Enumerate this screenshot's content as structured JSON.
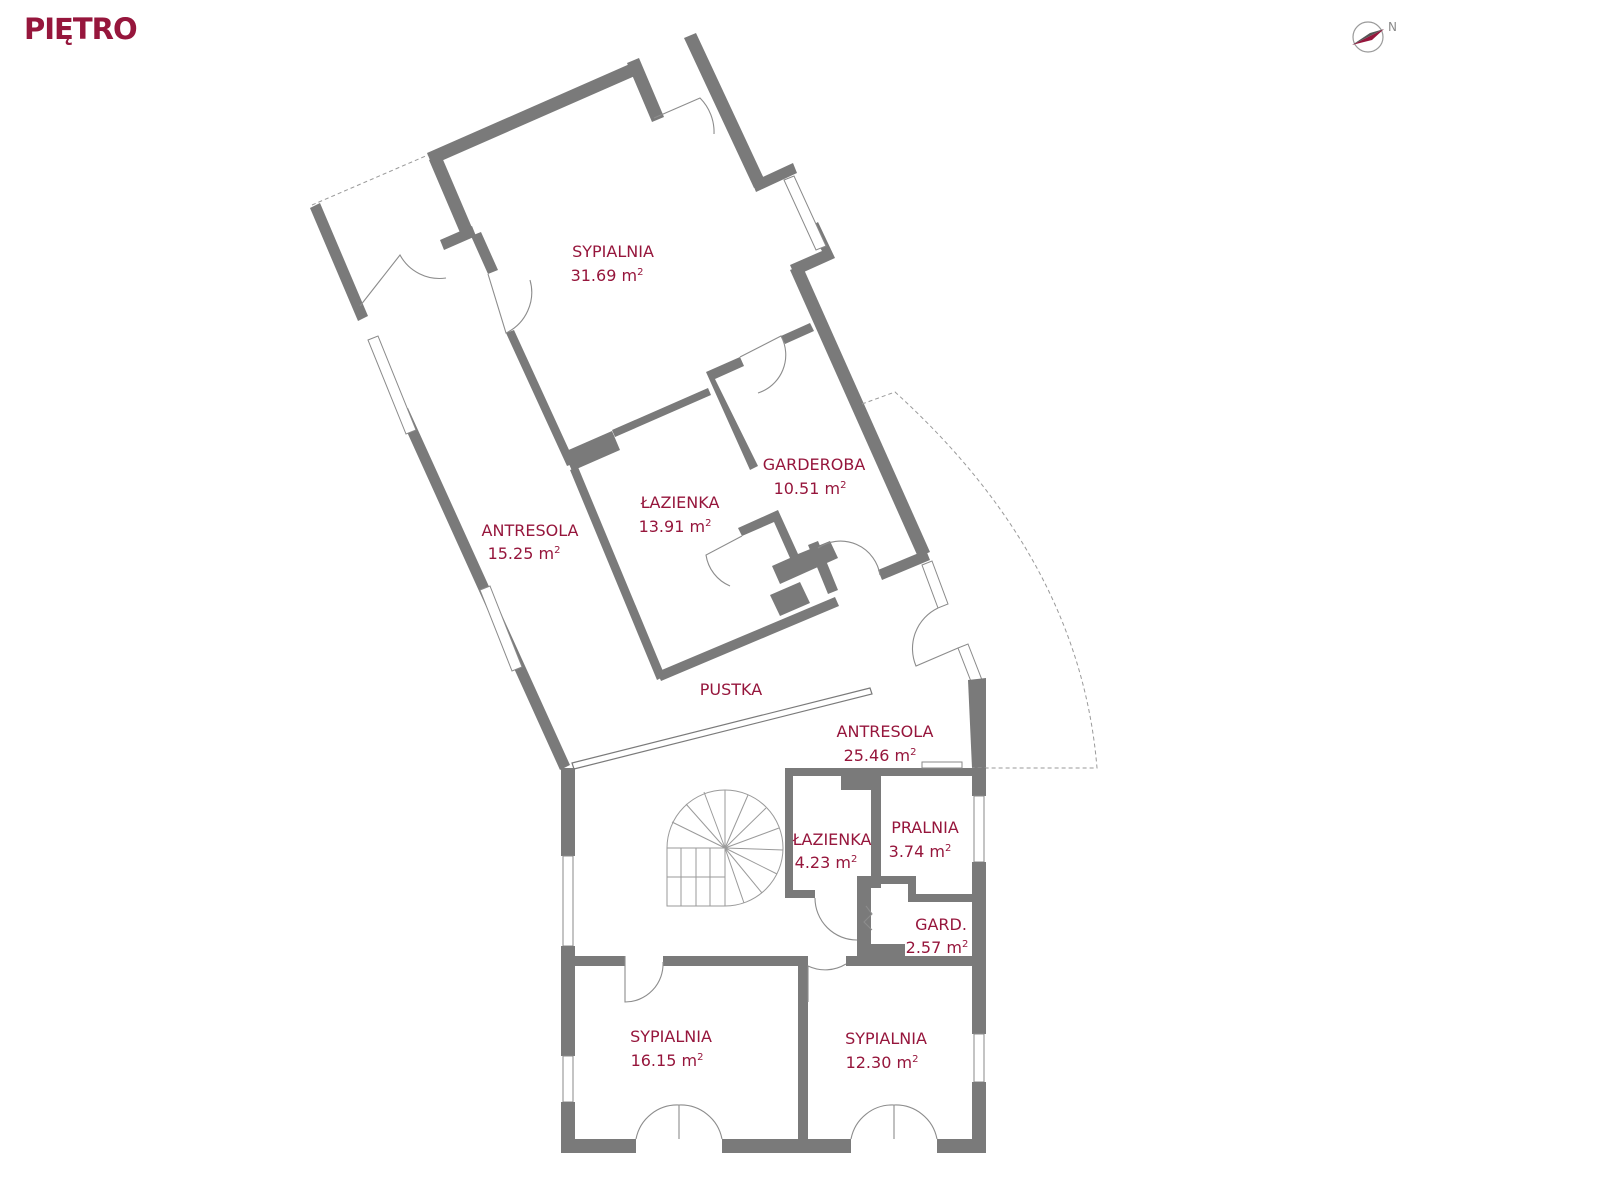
{
  "title": "PIĘTRO",
  "compass": {
    "label": "N",
    "icon": "north-arrow-icon"
  },
  "accent_color": "#96163c",
  "wall_color": "#7a7a7a",
  "area_unit": "m",
  "rooms": [
    {
      "name": "SYPIALNIA",
      "area": "31.69"
    },
    {
      "name": "GARDEROBA",
      "area": "10.51"
    },
    {
      "name": "ŁAZIENKA",
      "area": "13.91"
    },
    {
      "name": "ANTRESOLA",
      "area": "15.25"
    },
    {
      "name": "PUSTKA",
      "area": ""
    },
    {
      "name": "ANTRESOLA",
      "area": "25.46"
    },
    {
      "name": "ŁAZIENKA",
      "area": "4.23"
    },
    {
      "name": "PRALNIA",
      "area": "3.74"
    },
    {
      "name": "GARD.",
      "area": "2.57"
    },
    {
      "name": "SYPIALNIA",
      "area": "16.15"
    },
    {
      "name": "SYPIALNIA",
      "area": "12.30"
    }
  ]
}
